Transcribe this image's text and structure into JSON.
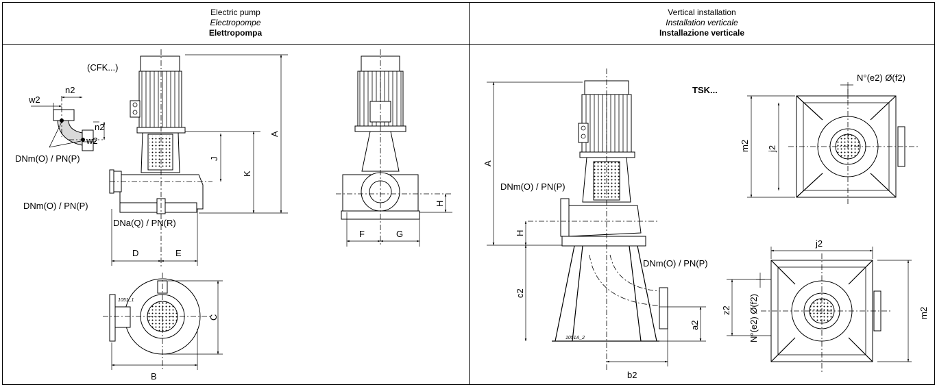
{
  "header_left": {
    "title_en": "Electric pump",
    "title_fr": "Electropompe",
    "title_it": "Elettropompa"
  },
  "header_right": {
    "title_en": "Vertical installation",
    "title_fr": "Installation verticale",
    "title_it": "Installazione verticale"
  },
  "left_labels": {
    "cfk": "(CFK...)",
    "n2_top": "n2",
    "w2_left": "w2",
    "n2_right": "n2",
    "w2_right": "w2",
    "dnm_1": "DNm(O) / PN(P)",
    "dnm_2": "DNm(O) / PN(P)",
    "dna": "DNa(Q) / PN(R)",
    "A": "A",
    "K": "K",
    "J": "J",
    "D": "D",
    "E": "E",
    "C": "C",
    "B": "B",
    "F": "F",
    "G": "G",
    "H": "H",
    "code1": "1051_1"
  },
  "right_labels": {
    "tsk": "TSK...",
    "ne2f2_top": "N°(e2) Ø(f2)",
    "m2_top": "m2",
    "j2_top": "j2",
    "A": "A",
    "H": "H",
    "dnm_1": "DNm(O) / PN(P)",
    "dnm_2": "DNm(O) / PN(P)",
    "c2": "c2",
    "a2": "a2",
    "b2": "b2",
    "j2_bottom": "j2",
    "z2": "z2",
    "ne2f2_side": "N°(e2) Ø(f2)",
    "m2_bottom": "m2",
    "code2": "1051A_2"
  }
}
